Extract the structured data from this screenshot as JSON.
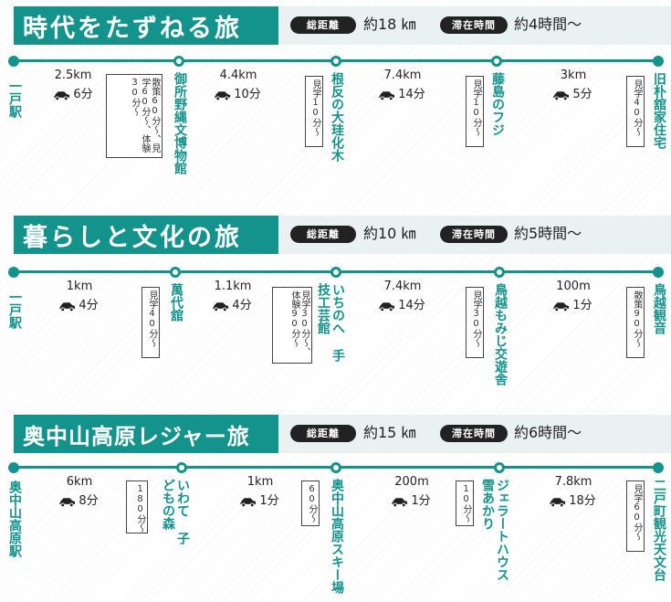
{
  "routes": [
    {
      "title": "時代をたずねる旅",
      "total_label": "総距離",
      "total_value": "約18 ㎞",
      "stay_label": "滞在時間",
      "stay_value": "約4時間～",
      "stops": [
        "一戸駅",
        "御所野縄文博物館",
        "根反の大珪化木",
        "藤島のフジ",
        "旧朴舘家住宅"
      ],
      "segments": [
        {
          "distance": "2.5km",
          "time": "6分"
        },
        {
          "distance": "4.4km",
          "time": "10分"
        },
        {
          "distance": "7.4km",
          "time": "14分"
        },
        {
          "distance": "3km",
          "time": "5分"
        }
      ],
      "notes": [
        "散策60分～、見学60分～、体験30分～",
        "見学10分～",
        "見学10分～",
        "見学40分～"
      ]
    },
    {
      "title": "暮らしと文化の旅",
      "total_label": "総距離",
      "total_value": "約10 ㎞",
      "stay_label": "滞在時間",
      "stay_value": "約5時間～",
      "stops": [
        "一戸駅",
        "萬代舘",
        "いちのへ手技工芸館",
        "鳥越もみじ交遊舎",
        "鳥越観音"
      ],
      "segments": [
        {
          "distance": "1km",
          "time": "4分"
        },
        {
          "distance": "1.1km",
          "time": "4分"
        },
        {
          "distance": "7.4km",
          "time": "14分"
        },
        {
          "distance": "100m",
          "time": "1分"
        }
      ],
      "notes": [
        "見学40分～",
        "見学30分～、体験90分～",
        "見学30分～",
        "散策90分～"
      ]
    },
    {
      "title": "奥中山高原レジャー旅",
      "total_label": "総距離",
      "total_value": "約15 ㎞",
      "stay_label": "滞在時間",
      "stay_value": "約6時間～",
      "stops": [
        "奥中山高原駅",
        "いわて子どもの森",
        "奥中山高原スキー場",
        "ジェラートハウス雪あかり",
        "二戸町観光天文台"
      ],
      "segments": [
        {
          "distance": "6km",
          "time": "8分"
        },
        {
          "distance": "1km",
          "time": "1分"
        },
        {
          "distance": "200m",
          "time": "1分"
        },
        {
          "distance": "7.8km",
          "time": "18分"
        }
      ],
      "notes": [
        "180分～",
        "60分～",
        "10分～",
        "見学60分～"
      ]
    }
  ],
  "colors": {
    "accent": "#14928c",
    "dark": "#222222"
  },
  "icons": {
    "car": "car-icon"
  }
}
